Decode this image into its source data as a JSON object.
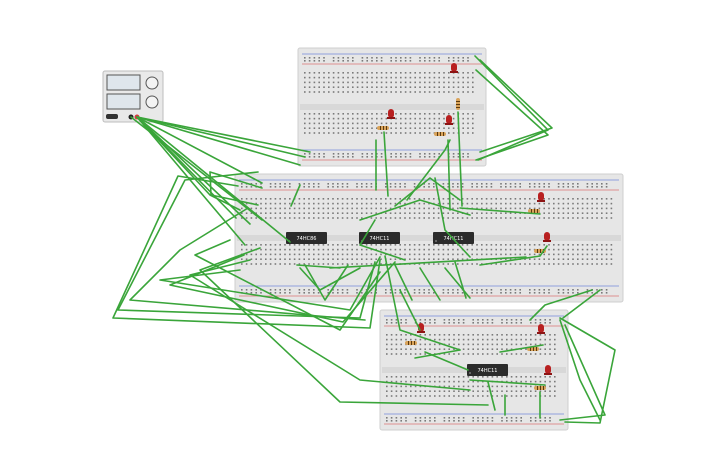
{
  "app": {
    "canvas_name": "circuit-canvas"
  },
  "power_supply": {
    "knob_labels": [],
    "small_label": ""
  },
  "chips": [
    {
      "label": "74HC86"
    },
    {
      "label": "74HC11"
    },
    {
      "label": "74HC11"
    },
    {
      "label": "74HC11"
    }
  ],
  "colors": {
    "wire": "#3aa53a",
    "board": "#e6e6e6",
    "board_edge": "#cfcfcf",
    "hole": "#7a7a7a",
    "rail_red": "#d33b3b",
    "rail_blue": "#3b5bd3",
    "chip": "#2b2b2b",
    "led": "#b82020",
    "resistor": "#d9a35a"
  },
  "icons": [
    "power-supply-icon",
    "led-icon",
    "resistor-icon",
    "ic-chip-icon",
    "wire-icon"
  ]
}
